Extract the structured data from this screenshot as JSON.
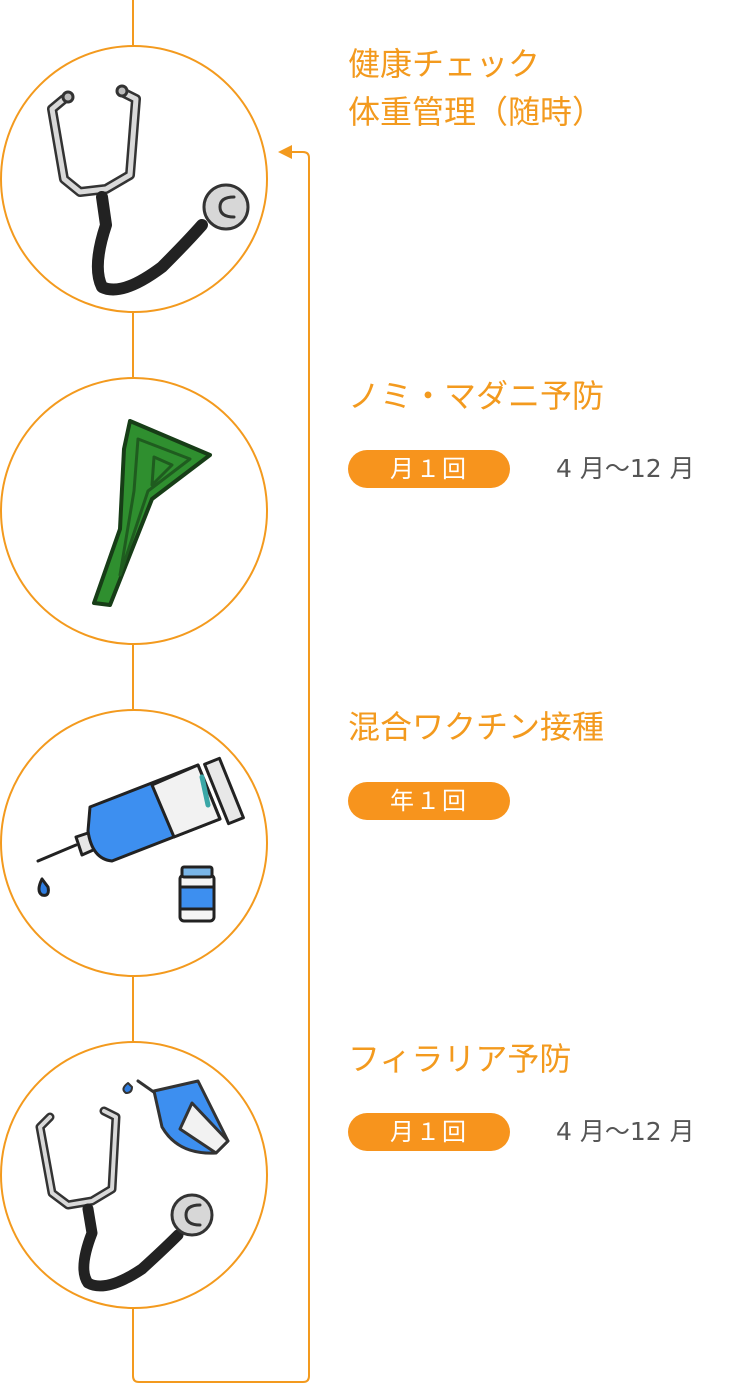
{
  "steps": [
    {
      "title_line1": "健康チェック",
      "title_line2": "体重管理（随時）",
      "badge": "",
      "period": "",
      "icon": "stethoscope-icon"
    },
    {
      "title_line1": "ノミ・マダニ予防",
      "badge": "月１回",
      "period": "4 月～12 月",
      "icon": "flea-tick-pipette-icon"
    },
    {
      "title_line1": "混合ワクチン接種",
      "badge": "年１回",
      "period": "",
      "icon": "syringe-vial-icon"
    },
    {
      "title_line1": "フィラリア予防",
      "badge": "月１回",
      "period": "4 月～12 月",
      "icon": "stethoscope-syringe-icon"
    }
  ],
  "colors": {
    "accent": "#f39a1e",
    "badge_bg": "#f7941d",
    "period_text": "#555555",
    "pipette_green": "#2f8f2f",
    "syringe_blue": "#3d8ff0"
  }
}
